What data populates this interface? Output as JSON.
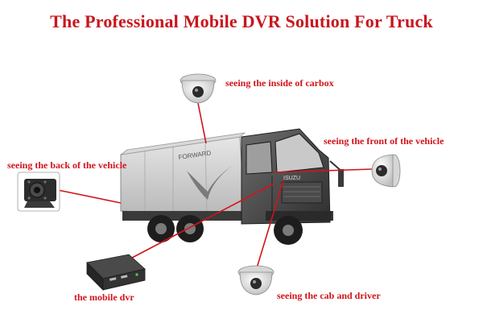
{
  "title": "The Professional Mobile DVR Solution For Truck",
  "labels": {
    "inside": "seeing the inside of carbox",
    "front": "seeing the front of the vehicle",
    "back": "seeing the back of the vehicle",
    "cab": "seeing the cab and driver",
    "dvr": "the  mobile dvr"
  },
  "truck": {
    "brand_box": "FORWARD",
    "brand_cab": "ISUZU"
  },
  "colors": {
    "accent": "#d2141b",
    "line": "#d2141b",
    "body_light": "#cfcfcf",
    "body_dark": "#3b3b3b"
  },
  "icons": [
    "dome-camera-icon",
    "rear-camera-icon",
    "mobile-dvr-icon",
    "truck-illustration"
  ]
}
